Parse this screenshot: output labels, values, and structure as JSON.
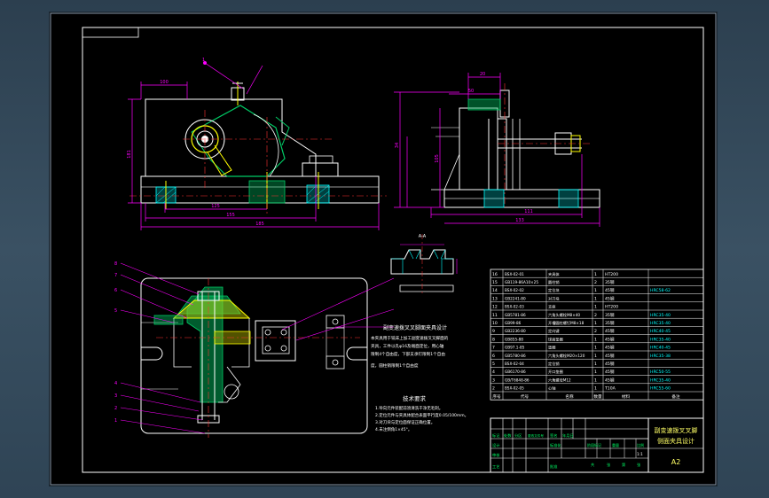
{
  "colors": {
    "background": "#3a5163",
    "canvas": "#000000",
    "frame": "#ffffff",
    "dimension": "#ff00ff",
    "outline": "#ffffff",
    "hatch": "#00ffff",
    "center_line": "#ff3333",
    "fill_green": "#00cc66",
    "fill_yellow": "#cccc00",
    "title_block": "#00ff66",
    "annotation": "#ffff66"
  },
  "dimensions": {
    "front_top_width": "100",
    "front_height_left": "181",
    "front_bottom_1": "125",
    "front_bottom_2": "155",
    "front_bottom_3": "185",
    "side_top": "20",
    "side_mid": "50",
    "side_right": "34",
    "side_height": "105",
    "side_bottom_1": "111",
    "side_bottom_2": "133"
  },
  "section_label": "A-A",
  "callouts_left": [
    "8",
    "7",
    "6",
    "5",
    "4",
    "3",
    "2",
    "1"
  ],
  "callout_top": "1",
  "notes": {
    "title": "副变速拨叉叉脚面夹具设计",
    "lines": [
      "本夹具用于铣床上加工副变速拨叉叉脚面的",
      "夹具，工件以孔φ16及端面定位，用心轴",
      "限制4个自由度，下部支承钉限制1个自由",
      "度，圆柱销限制1个自由度"
    ]
  },
  "tech_requirements": {
    "title": "技术要求",
    "lines": [
      "1.导向元件装配前须清洗干净无毛刺。",
      "2.定位元件与夹具体配合表面平行度0.05/100mm。",
      "3.对刀块与定位面保证正确位置。",
      "4.未注倒角1×45°。"
    ]
  },
  "parts_list": [
    {
      "no": "16",
      "code": "BSX-02-01",
      "name": "夹具体",
      "qty": "1",
      "material": "HT200",
      "note": ""
    },
    {
      "no": "15",
      "code": "GB119-86A10×25",
      "name": "圆柱销",
      "qty": "2",
      "material": "35钢",
      "note": ""
    },
    {
      "no": "14",
      "code": "BSX-02-02",
      "name": "定位块",
      "qty": "1",
      "material": "45钢",
      "note": "HRC58-62"
    },
    {
      "no": "13",
      "code": "GB2241-80",
      "name": "对刀块",
      "qty": "1",
      "material": "45钢",
      "note": ""
    },
    {
      "no": "12",
      "code": "BSX-02-03",
      "name": "支座",
      "qty": "1",
      "material": "HT200",
      "note": ""
    },
    {
      "no": "11",
      "code": "GB5781-86",
      "name": "六角头螺栓M8×40",
      "qty": "2",
      "material": "35钢",
      "note": "HRC35-40"
    },
    {
      "no": "10",
      "code": "GB99-86",
      "name": "开槽圆柱螺钉M8×18",
      "qty": "1",
      "material": "35钢",
      "note": "HRC35-40"
    },
    {
      "no": "9",
      "code": "GB2236-80",
      "name": "定向键",
      "qty": "2",
      "material": "45钢",
      "note": "HRC40-45"
    },
    {
      "no": "8",
      "code": "GB855-88",
      "name": "球面垫圈",
      "qty": "1",
      "material": "45钢",
      "note": "HRC35-40"
    },
    {
      "no": "7",
      "code": "GB97.1-85",
      "name": "垫圈",
      "qty": "1",
      "material": "45钢",
      "note": "HRC40-45"
    },
    {
      "no": "6",
      "code": "GB5780-86",
      "name": "六角头螺栓M20×120",
      "qty": "1",
      "material": "45钢",
      "note": "HRC35-38"
    },
    {
      "no": "5",
      "code": "BSX-02-04",
      "name": "定位销",
      "qty": "1",
      "material": "45钢",
      "note": ""
    },
    {
      "no": "4",
      "code": "GB6170-86",
      "name": "开口垫圈",
      "qty": "1",
      "material": "45钢",
      "note": "HRC50-55"
    },
    {
      "no": "3",
      "code": "GB/T6848-86",
      "name": "六角螺母M12",
      "qty": "1",
      "material": "45钢",
      "note": "HRC35-40"
    },
    {
      "no": "2",
      "code": "BSX-02-05",
      "name": "心轴",
      "qty": "1",
      "material": "T10A",
      "note": "HRC55-60"
    }
  ],
  "parts_header": {
    "no": "序号",
    "code": "代号",
    "name": "名称",
    "qty": "数量",
    "material": "材料",
    "note": "备注"
  },
  "title_block": {
    "drawing_title_1": "副变速拨叉叉脚",
    "drawing_title_2": "侧面夹具设计",
    "sheet_size": "A2",
    "scale_label": "比例",
    "scale_value": "1:1",
    "row_labels": [
      "标记",
      "处数",
      "分区",
      "更改文件号",
      "签名",
      "年月日"
    ],
    "roles": [
      "设计",
      "审核",
      "工艺"
    ],
    "sub_labels": [
      "标准化",
      "批准"
    ],
    "stage_labels": [
      "阶段标记",
      "重量",
      "比例"
    ],
    "sheet_info": [
      "共",
      "张",
      "第",
      "张"
    ]
  }
}
